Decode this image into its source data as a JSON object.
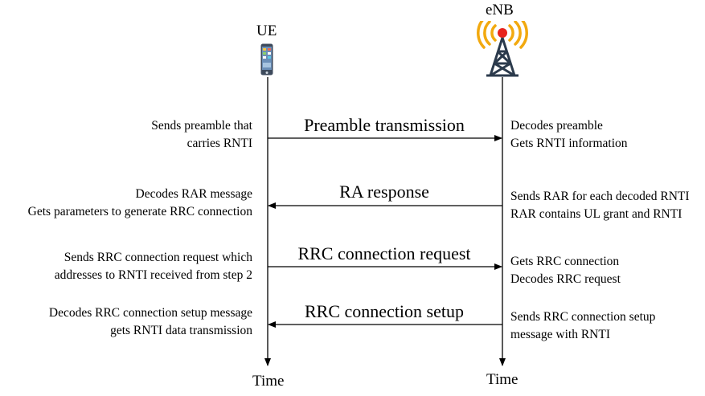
{
  "actors": {
    "ue": {
      "label": "UE",
      "time_label": "Time"
    },
    "enb": {
      "label": "eNB",
      "time_label": "Time"
    }
  },
  "steps": [
    {
      "message": "Preamble transmission",
      "direction": "ue-to-enb",
      "ue_note": [
        "Sends preamble that",
        "carries RNTI"
      ],
      "enb_note": [
        "Decodes preamble",
        "Gets RNTI information"
      ]
    },
    {
      "message": "RA response",
      "direction": "enb-to-ue",
      "ue_note": [
        "Decodes RAR message",
        "Gets parameters to generate RRC connection"
      ],
      "enb_note": [
        "Sends RAR for each decoded RNTI",
        "RAR contains UL grant and RNTI"
      ]
    },
    {
      "message": "RRC connection request",
      "direction": "ue-to-enb",
      "ue_note": [
        "Sends RRC connection request which",
        "addresses to RNTI received from step 2"
      ],
      "enb_note": [
        "Gets RRC connection",
        "Decodes RRC request"
      ]
    },
    {
      "message": "RRC connection setup",
      "direction": "enb-to-ue",
      "ue_note": [
        "Decodes RRC connection setup message",
        "gets RNTI data transmission"
      ],
      "enb_note": [
        "Sends RRC connection setup",
        "message with RNTI"
      ]
    }
  ],
  "icons": {
    "ue": "smartphone-icon",
    "enb": "cell-tower-icon"
  },
  "colors": {
    "tower_signal": "#f2a90f",
    "tower_beacon": "#e8231d",
    "phone_body": "#6b8fb8"
  }
}
